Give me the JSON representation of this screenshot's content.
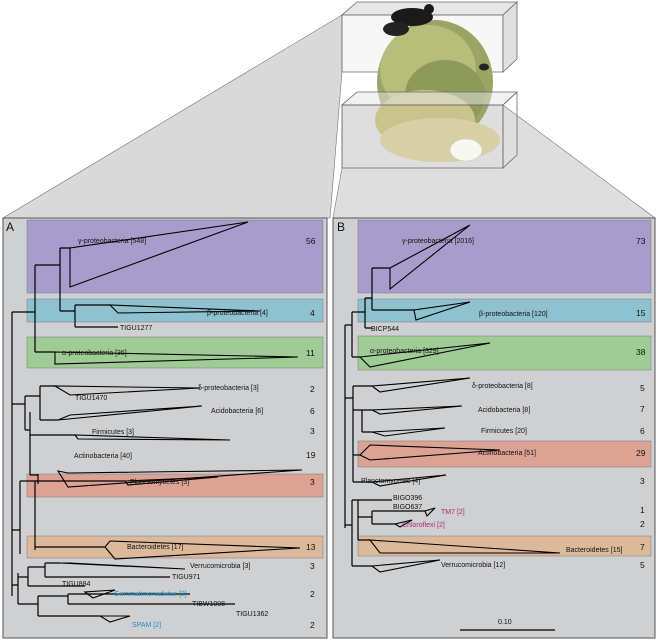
{
  "colors": {
    "panel_bg": "#cfd0d2",
    "gamma": "#a79ccb",
    "beta": "#8ec2cf",
    "alpha": "#9fcb94",
    "actino": "#dca394",
    "bacteroid": "#dcb99a",
    "blue_label": "#1f8fc2",
    "magenta_label": "#b0287a",
    "branch": "#000000"
  },
  "panels": {
    "A": {
      "label": "A",
      "taxa": {
        "gamma": "γ-proteobacteria  [548]",
        "beta": "β-proteobacteria  [4]",
        "tigu1277": "TIGU1277",
        "alpha": "α-proteobacteria  [36]",
        "delta": "δ-proteobacteria  [3]",
        "tigu1470": "TIGU1470",
        "acido": "Acidobacteria  [6]",
        "firmi": "Firmicutes  [3]",
        "actino": "Actinobacteria  [40]",
        "plancto": "Planctomycetes  [3]",
        "bacteroid": "Bacteroidetes  [17]",
        "verruco": "Verrucomicrobia  [3]",
        "tigu971": "TIGU971",
        "tigu884": "TIGU884",
        "gemma": "Gemmatimonadetes  [2]",
        "tibw1008": "TIBW1008",
        "tigu1362": "TIGU1362",
        "spam": "SPAM  [2]"
      },
      "counts": {
        "gamma": "56",
        "beta": "4",
        "alpha": "11",
        "delta": "2",
        "acido": "6",
        "firmi": "3",
        "actino": "19",
        "plancto": "3",
        "bacteroid": "13",
        "verruco": "3",
        "gemma": "2",
        "spam": "2"
      }
    },
    "B": {
      "label": "B",
      "taxa": {
        "gamma": "γ-proteobacteria  [2016]",
        "beta": "β-proteobacteria  [120]",
        "bicp544": "BICP544",
        "alpha": "α-proteobacteria  [329]",
        "delta": "δ-proteobacteria  [8]",
        "acido": "Acidobacteria  [8]",
        "firmi": "Firmicutes  [20]",
        "actino": "Actinobacteria  [51]",
        "plancto": "Planctomycetes  [4]",
        "bigo396": "BIGO396",
        "bigo637": "BIGO637",
        "tm7": "TM7  [2]",
        "chloro": "Chloroflexi  [2]",
        "bacteroid": "Bacteroidetes  [15]",
        "verruco": "Verrucomicrobia  [12]"
      },
      "counts": {
        "gamma": "73",
        "beta": "15",
        "alpha": "38",
        "delta": "5",
        "acido": "7",
        "firmi": "6",
        "actino": "29",
        "plancto": "3",
        "tm7": "1",
        "chloro": "2",
        "bacteroid": "7",
        "verruco": "5"
      },
      "scale_label": "0.10"
    }
  }
}
